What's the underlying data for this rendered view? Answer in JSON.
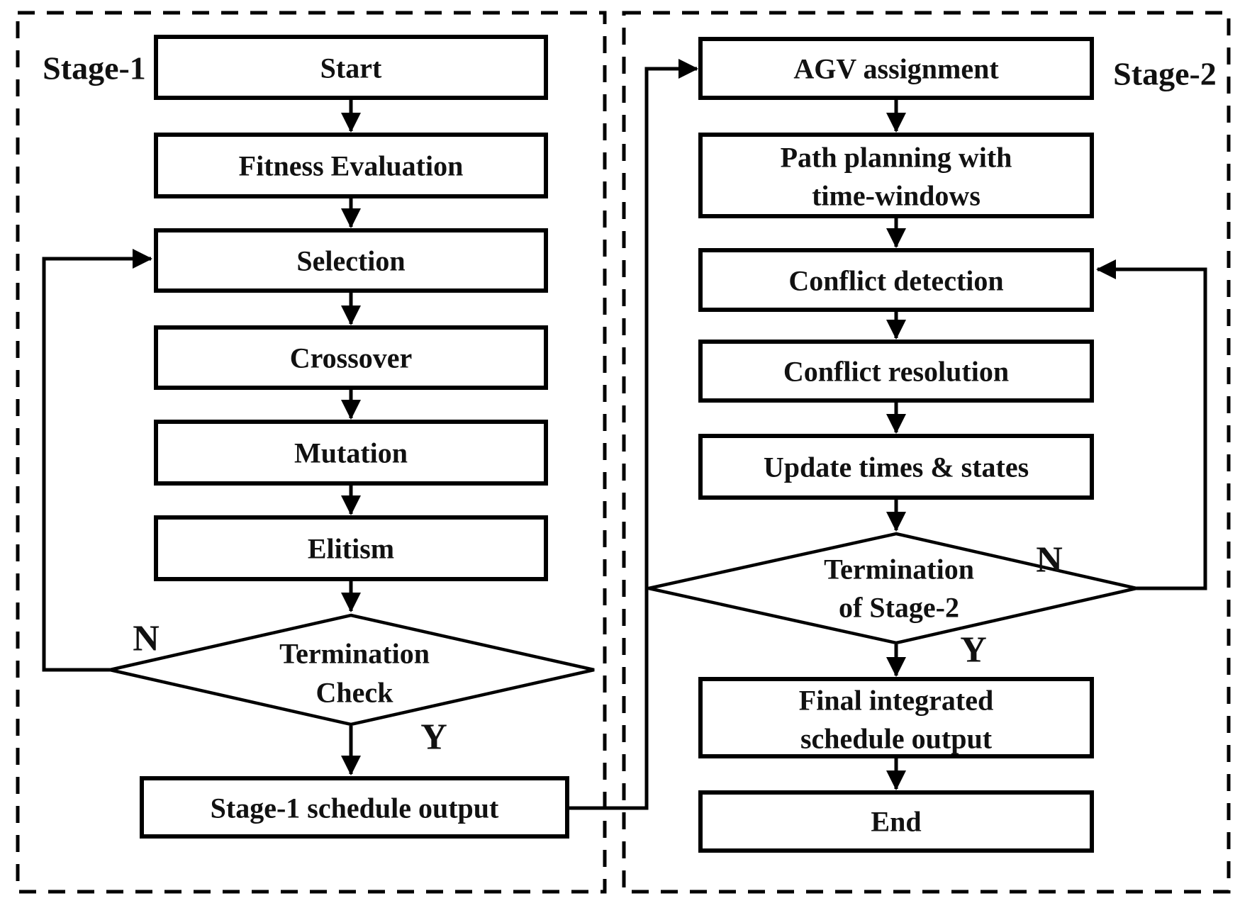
{
  "diagram": {
    "type": "flowchart",
    "colors": {
      "background": "#ffffff",
      "stroke": "#000000",
      "text": "#111111"
    },
    "stage1": {
      "label": "Stage-1",
      "nodes": {
        "start": "Start",
        "fitness": "Fitness Evaluation",
        "selection": "Selection",
        "crossover": "Crossover",
        "mutation": "Mutation",
        "elitism": "Elitism",
        "termination_line1": "Termination",
        "termination_line2": "Check",
        "output": "Stage-1 schedule output"
      },
      "branch_no": "N",
      "branch_yes": "Y"
    },
    "stage2": {
      "label": "Stage-2",
      "nodes": {
        "agv": "AGV assignment",
        "path_line1": "Path planning with",
        "path_line2": "time-windows",
        "conflict_detection": "Conflict detection",
        "conflict_resolution": "Conflict resolution",
        "update": "Update times & states",
        "termination_line1": "Termination",
        "termination_line2": "of Stage-2",
        "final_line1": "Final integrated",
        "final_line2": "schedule output",
        "end": "End"
      },
      "branch_no": "N",
      "branch_yes": "Y"
    },
    "edges": [
      {
        "from": "Start",
        "to": "Fitness Evaluation",
        "label": ""
      },
      {
        "from": "Fitness Evaluation",
        "to": "Selection",
        "label": ""
      },
      {
        "from": "Selection",
        "to": "Crossover",
        "label": ""
      },
      {
        "from": "Crossover",
        "to": "Mutation",
        "label": ""
      },
      {
        "from": "Mutation",
        "to": "Elitism",
        "label": ""
      },
      {
        "from": "Elitism",
        "to": "Termination Check",
        "label": ""
      },
      {
        "from": "Termination Check",
        "to": "Selection",
        "label": "N"
      },
      {
        "from": "Termination Check",
        "to": "Stage-1 schedule output",
        "label": "Y"
      },
      {
        "from": "Stage-1 schedule output",
        "to": "AGV assignment",
        "label": ""
      },
      {
        "from": "AGV assignment",
        "to": "Path planning with time-windows",
        "label": ""
      },
      {
        "from": "Path planning with time-windows",
        "to": "Conflict detection",
        "label": ""
      },
      {
        "from": "Conflict detection",
        "to": "Conflict resolution",
        "label": ""
      },
      {
        "from": "Conflict resolution",
        "to": "Update times & states",
        "label": ""
      },
      {
        "from": "Update times & states",
        "to": "Termination of Stage-2",
        "label": ""
      },
      {
        "from": "Termination of Stage-2",
        "to": "Conflict detection",
        "label": "N"
      },
      {
        "from": "Termination of Stage-2",
        "to": "Final integrated schedule output",
        "label": "Y"
      },
      {
        "from": "Final integrated schedule output",
        "to": "End",
        "label": ""
      }
    ]
  }
}
